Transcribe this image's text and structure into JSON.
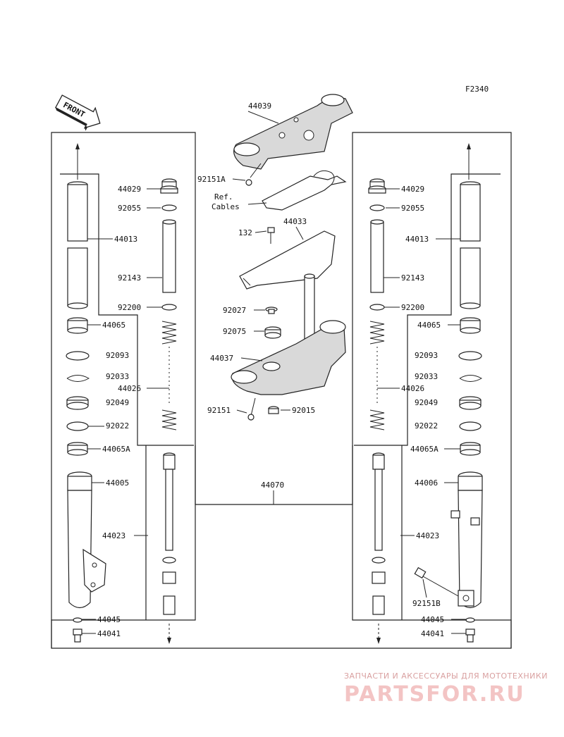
{
  "figure_code": "F2340",
  "direction_label": "FRONT",
  "parts": {
    "p44039": "44039",
    "p92151A": "92151A",
    "ref_cables_1": "Ref.",
    "ref_cables_2": "Cables",
    "p132": "132",
    "p44033": "44033",
    "p92027": "92027",
    "p92075": "92075",
    "p44037": "44037",
    "p92151": "92151",
    "p92015": "92015",
    "p44070": "44070",
    "left": {
      "p44029": "44029",
      "p92055": "92055",
      "p44013": "44013",
      "p92143": "92143",
      "p92200": "92200",
      "p44065": "44065",
      "p92093": "92093",
      "p92033": "92033",
      "p44026": "44026",
      "p92049": "92049",
      "p92022": "92022",
      "p44065A": "44065A",
      "p44005": "44005",
      "p44023": "44023",
      "p44045": "44045",
      "p44041": "44041"
    },
    "right": {
      "p44029": "44029",
      "p92055": "92055",
      "p44013": "44013",
      "p92143": "92143",
      "p92200": "92200",
      "p44065": "44065",
      "p92093": "92093",
      "p92033": "92033",
      "p44026": "44026",
      "p92049": "92049",
      "p92022": "92022",
      "p44065A": "44065A",
      "p44006": "44006",
      "p44023": "44023",
      "p92151B": "92151B",
      "p44045": "44045",
      "p44041": "44041"
    }
  },
  "watermark": {
    "line1": "ЗАПЧАСТИ И АКСЕССУАРЫ ДЛЯ МОТОТЕХНИКИ",
    "line2": "PARTSFOR.RU"
  }
}
